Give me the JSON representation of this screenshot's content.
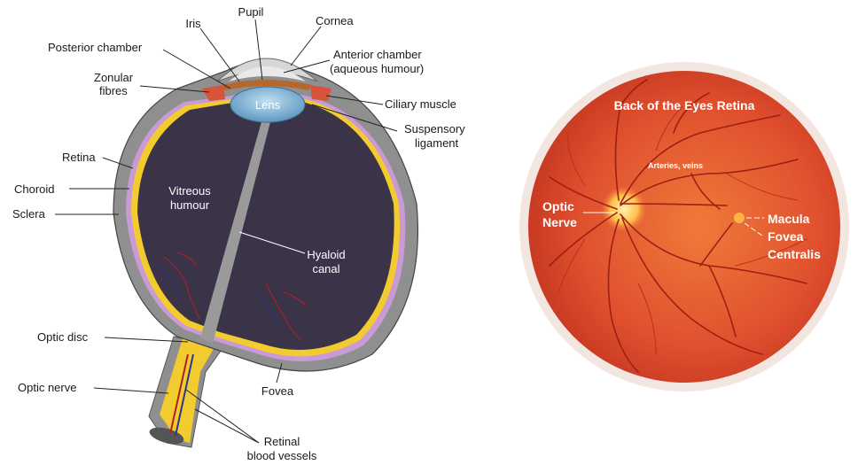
{
  "eye_diagram": {
    "labels": {
      "pupil": "Pupil",
      "iris": "Iris",
      "cornea": "Cornea",
      "posterior_chamber": "Posterior chamber",
      "anterior_chamber_1": "Anterior chamber",
      "anterior_chamber_2": "(aqueous humour)",
      "zonular_1": "Zonular",
      "zonular_2": "fibres",
      "ciliary_muscle": "Ciliary muscle",
      "lens": "Lens",
      "suspensory_1": "Suspensory",
      "suspensory_2": "ligament",
      "retina": "Retina",
      "choroid": "Choroid",
      "sclera": "Sclera",
      "vitreous_1": "Vitreous",
      "vitreous_2": "humour",
      "hyaloid_1": "Hyaloid",
      "hyaloid_2": "canal",
      "optic_disc": "Optic disc",
      "optic_nerve": "Optic nerve",
      "fovea": "Fovea",
      "retinal_vessels_1": "Retinal",
      "retinal_vessels_2": "blood vessels"
    },
    "colors": {
      "sclera": "#8f8f8f",
      "vitreous": "#3b3348",
      "retina": "#f2cc2e",
      "choroid": "#c99ad6",
      "lens": "#7fb4d4",
      "iris": "#b5682e",
      "ciliary": "#d9533a"
    }
  },
  "retina_image": {
    "labels": {
      "title": "Back of the Eyes Retina",
      "arteries": "Arteries, veins",
      "optic_1": "Optic",
      "optic_2": "Nerve",
      "macula": "Macula",
      "fovea_1": "Fovea",
      "fovea_2": "Centralis"
    },
    "colors": {
      "fundus": "#e0502e",
      "rim": "#f3e6e0",
      "disc": "#ffd36a"
    }
  }
}
